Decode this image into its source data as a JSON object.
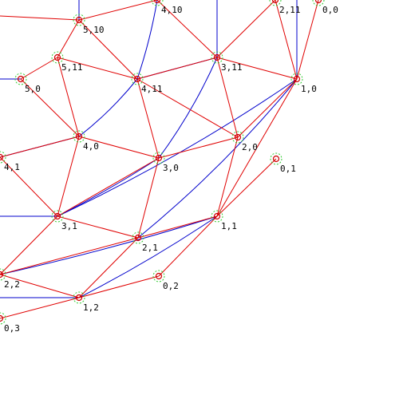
{
  "colors": {
    "background": "#ffffff",
    "red_edge": "#e00000",
    "blue_edge": "#0000cc",
    "node_marker": "#cc0000",
    "node_halo": "#33cc33",
    "label": "#000000"
  },
  "nodes": [
    {
      "id": "0,0",
      "label": "0,0"
    },
    {
      "id": "2,11",
      "label": "2,11"
    },
    {
      "id": "4,10",
      "label": "4,10"
    },
    {
      "id": "5,10",
      "label": "5,10"
    },
    {
      "id": "5,11",
      "label": "5,11"
    },
    {
      "id": "3,11",
      "label": "3,11"
    },
    {
      "id": "1,0",
      "label": "1,0"
    },
    {
      "id": "5,0",
      "label": "5,0"
    },
    {
      "id": "4,11",
      "label": "4,11"
    },
    {
      "id": "2,0",
      "label": "2,0"
    },
    {
      "id": "4,0",
      "label": "4,0"
    },
    {
      "id": "0,1",
      "label": "0,1"
    },
    {
      "id": "4,1",
      "label": "4,1"
    },
    {
      "id": "3,0",
      "label": "3,0"
    },
    {
      "id": "1,1",
      "label": "1,1"
    },
    {
      "id": "3,1",
      "label": "3,1"
    },
    {
      "id": "2,1",
      "label": "2,1"
    },
    {
      "id": "2,2",
      "label": "2,2"
    },
    {
      "id": "0,2",
      "label": "0,2"
    },
    {
      "id": "1,2",
      "label": "1,2"
    },
    {
      "id": "0,3",
      "label": "0,3"
    }
  ],
  "red_edges": [
    [
      "0,0",
      "1,0"
    ],
    [
      "2,11",
      "1,0"
    ],
    [
      "3,11",
      "1,0"
    ],
    [
      "2,11",
      "3,11"
    ],
    [
      "3,11",
      "4,11"
    ],
    [
      "4,10",
      "3,11"
    ],
    [
      "4,10",
      "5,10"
    ],
    [
      "5,10",
      "5,11"
    ],
    [
      "5,10",
      "4,11"
    ],
    [
      "5,11",
      "4,11"
    ],
    [
      "5,11",
      "5,0"
    ],
    [
      "5,11",
      "4,0"
    ],
    [
      "5,0",
      "4,0"
    ],
    [
      "4,11",
      "3,0"
    ],
    [
      "4,11",
      "2,0"
    ],
    [
      "3,11",
      "2,0"
    ],
    [
      "1,0",
      "2,0"
    ],
    [
      "2,0",
      "3,0"
    ],
    [
      "4,0",
      "3,0"
    ],
    [
      "4,0",
      "4,1"
    ],
    [
      "4,0",
      "3,1"
    ],
    [
      "4,1",
      "3,1"
    ],
    [
      "3,0",
      "3,1"
    ],
    [
      "3,0",
      "2,1"
    ],
    [
      "2,0",
      "1,1"
    ],
    [
      "1,0",
      "1,1"
    ],
    [
      "3,1",
      "2,1"
    ],
    [
      "2,1",
      "1,1"
    ],
    [
      "0,1",
      "1,1"
    ],
    [
      "3,1",
      "2,2"
    ],
    [
      "2,1",
      "2,2"
    ],
    [
      "2,1",
      "1,2"
    ],
    [
      "2,2",
      "1,2"
    ],
    [
      "0,2",
      "1,2"
    ],
    [
      "1,1",
      "0,2"
    ],
    [
      "1,2",
      "0,3"
    ],
    [
      "5,10",
      "5,0-edge-left"
    ]
  ],
  "blue_edges": [
    [
      "0,0",
      "2,11-right"
    ],
    [
      "1,0",
      "1,0-up"
    ],
    [
      "2,11",
      "2,11-up"
    ],
    [
      "3,11",
      "3,11-up"
    ],
    [
      "5,10",
      "5,10-up"
    ],
    [
      "4,11",
      "4,10"
    ],
    [
      "4,11",
      "3,11-blue"
    ],
    [
      "4,0",
      "4,11"
    ],
    [
      "3,0",
      "3,11"
    ],
    [
      "3,1",
      "3,0"
    ],
    [
      "3,1",
      "1,0"
    ],
    [
      "2,1",
      "1,0"
    ],
    [
      "2,2",
      "1,1"
    ],
    [
      "1,2",
      "1,1"
    ],
    [
      "4,1",
      "4,0"
    ],
    [
      "5,0",
      "5,0-left"
    ],
    [
      "3,1",
      "3,1-left"
    ],
    [
      "1,2",
      "1,2-left"
    ]
  ]
}
